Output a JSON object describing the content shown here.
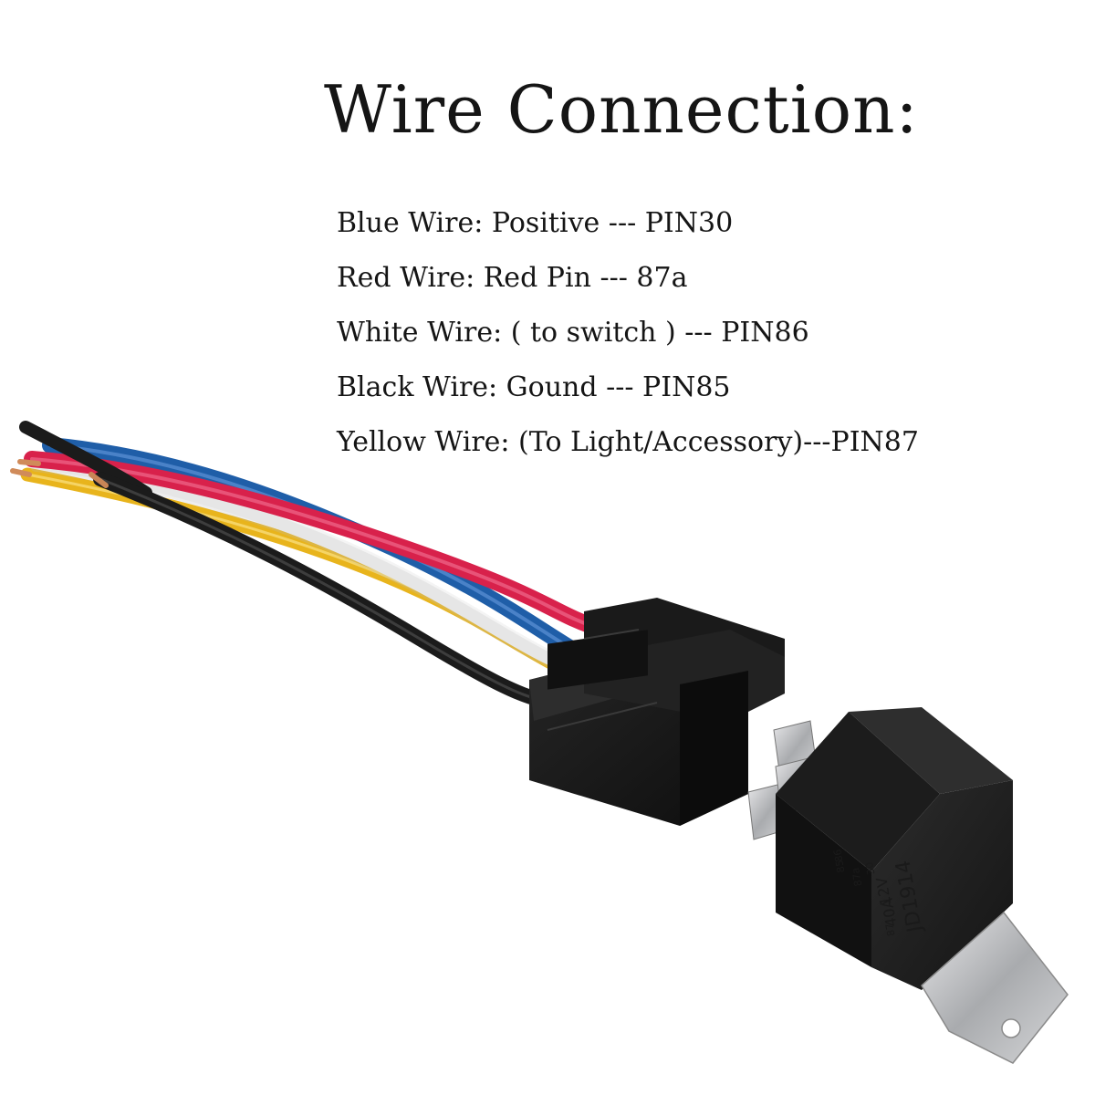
{
  "title": "Wire Connection:",
  "connections": [
    {
      "text": "Blue Wire: Positive --- PIN30",
      "color": "#1f5ea8"
    },
    {
      "text": "Red Wire: Red Pin --- 87a",
      "color": "#d8214b"
    },
    {
      "text": "White Wire: ( to switch ) --- PIN86",
      "color": "#f4f4f4"
    },
    {
      "text": "Black Wire: Gound --- PIN85",
      "color": "#1b1b1b"
    },
    {
      "text": "Yellow Wire: (To Light/Accessory)---PIN87",
      "color": "#e8b41c"
    }
  ],
  "relay": {
    "model": "JD1914",
    "rating_voltage": "12V",
    "rating_current": "40A",
    "pin_labels": [
      "86",
      "85",
      "87a",
      "30",
      "87"
    ]
  }
}
